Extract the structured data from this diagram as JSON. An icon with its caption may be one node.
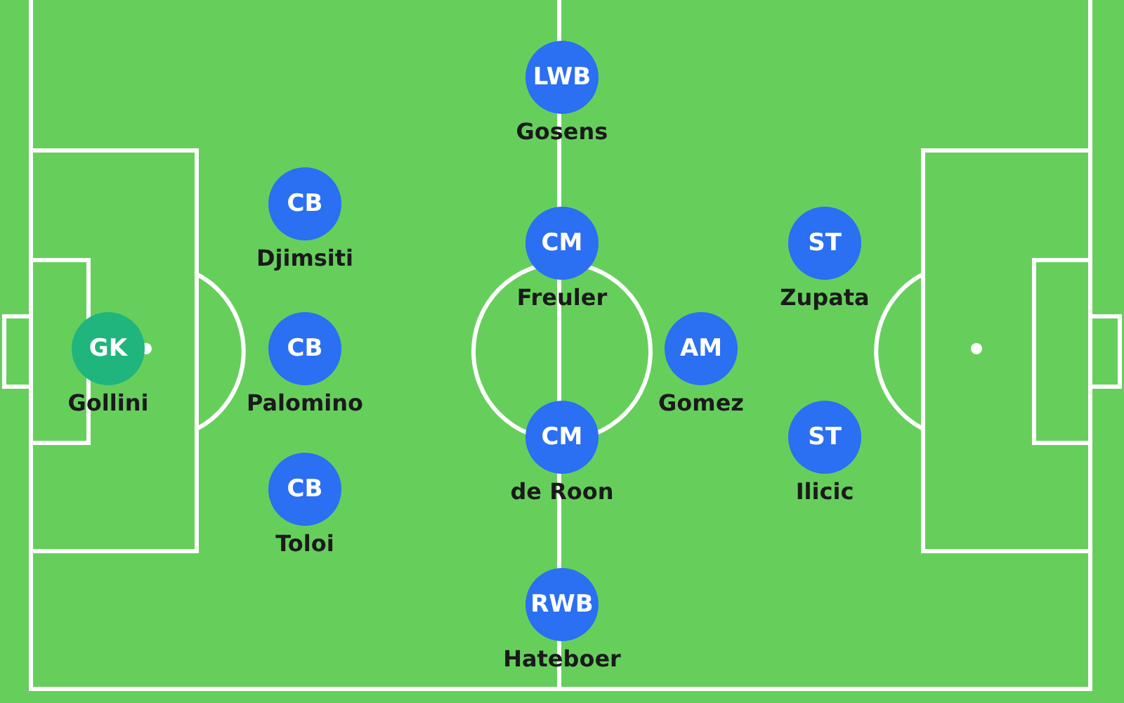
{
  "diagram": {
    "nodes": [
      {
        "text": [
          "LWB"
        ],
        "beside": [
          "Gosens"
        ]
      },
      {
        "text": [
          "CB"
        ],
        "beside": [
          "Djimsiti"
        ]
      },
      {
        "text": [
          "CM"
        ],
        "beside": [
          "Freuler"
        ]
      },
      {
        "text": [
          "ST"
        ],
        "beside": [
          "Zupata"
        ]
      },
      {
        "text": [
          "GK"
        ],
        "beside": [
          "Gollini"
        ]
      },
      {
        "text": [
          "CB"
        ],
        "beside": [
          "Palomino"
        ]
      },
      {
        "text": [
          "AM"
        ],
        "beside": [
          "Gomez"
        ]
      },
      {
        "text": [
          "CM"
        ],
        "beside": [
          "de Roon"
        ]
      },
      {
        "text": [
          "ST"
        ],
        "beside": [
          "Ilicic"
        ]
      },
      {
        "text": [
          "CB"
        ],
        "beside": [
          "Toloi"
        ]
      },
      {
        "text": [
          "RWB"
        ],
        "beside": [
          "Hateboer"
        ]
      }
    ]
  }
}
